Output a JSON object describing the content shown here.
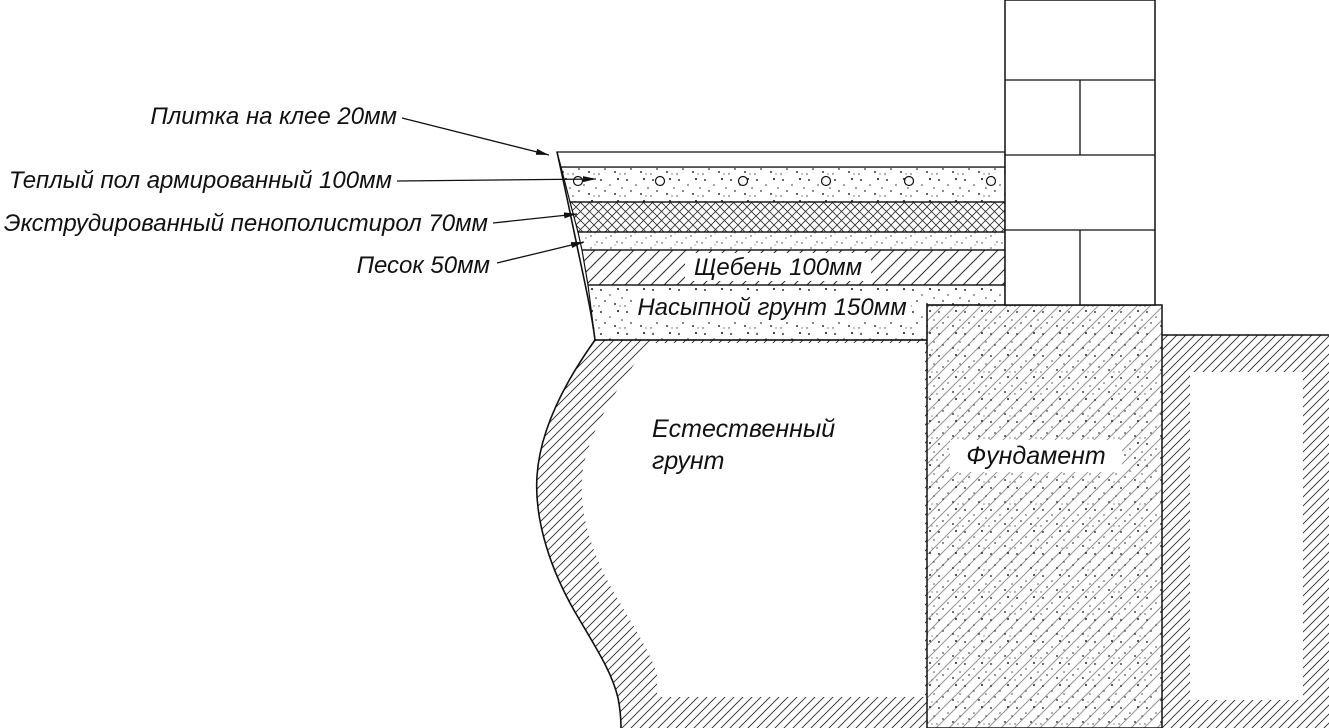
{
  "diagram": {
    "type": "construction-floor-section",
    "callouts": {
      "tile": "Плитка на клее 20мм",
      "heated_floor": "Теплый пол армированный 100мм",
      "xps": "Экструдированный пенополистирол 70мм",
      "sand": "Песок 50мм"
    },
    "layers": {
      "gravel": "Щебень 100мм",
      "fill_soil": "Насыпной грунт 150мм"
    },
    "regions": {
      "natural_soil_line1": "Естественный",
      "natural_soil_line2": "грунт",
      "foundation": "Фундамент"
    },
    "colors": {
      "line": "#111111",
      "background": "#ffffff"
    }
  }
}
